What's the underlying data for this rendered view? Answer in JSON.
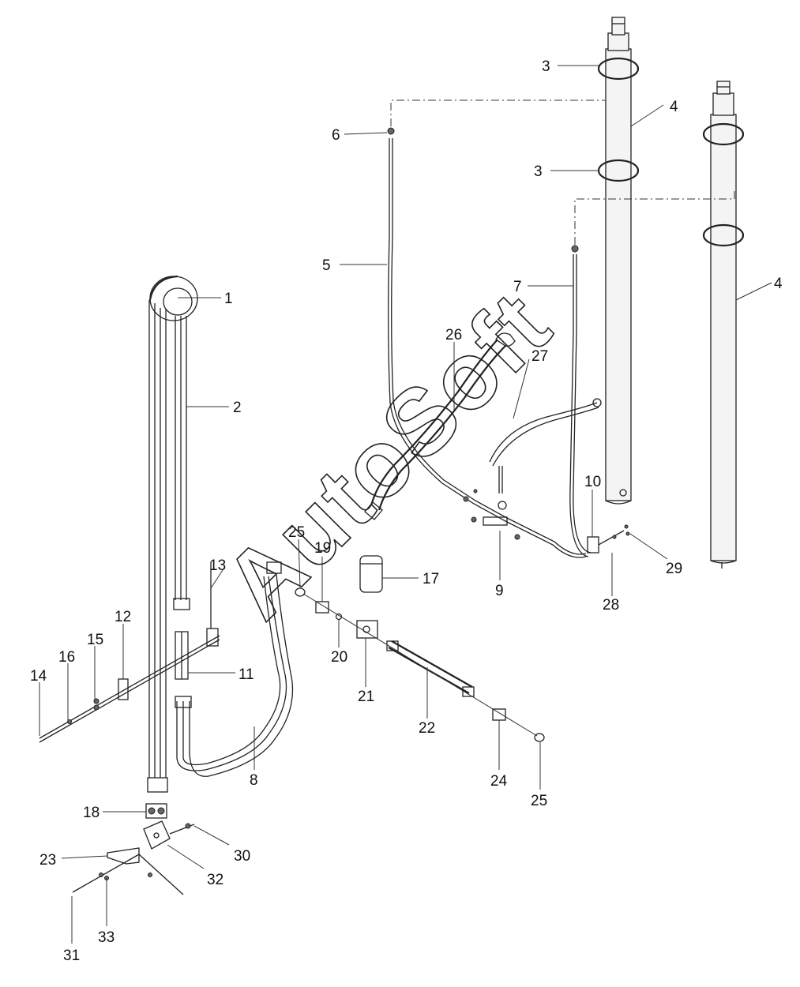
{
  "watermark": "AutoSoft",
  "callouts": [
    {
      "id": "c1",
      "text": "1"
    },
    {
      "id": "c2",
      "text": "2"
    },
    {
      "id": "c3a",
      "text": "3"
    },
    {
      "id": "c3b",
      "text": "3"
    },
    {
      "id": "c4a",
      "text": "4"
    },
    {
      "id": "c4b",
      "text": "4"
    },
    {
      "id": "c5",
      "text": "5"
    },
    {
      "id": "c6",
      "text": "6"
    },
    {
      "id": "c7",
      "text": "7"
    },
    {
      "id": "c8",
      "text": "8"
    },
    {
      "id": "c9",
      "text": "9"
    },
    {
      "id": "c10",
      "text": "10"
    },
    {
      "id": "c11",
      "text": "11"
    },
    {
      "id": "c12",
      "text": "12"
    },
    {
      "id": "c13",
      "text": "13"
    },
    {
      "id": "c14",
      "text": "14"
    },
    {
      "id": "c15",
      "text": "15"
    },
    {
      "id": "c16",
      "text": "16"
    },
    {
      "id": "c17",
      "text": "17"
    },
    {
      "id": "c18",
      "text": "18"
    },
    {
      "id": "c19",
      "text": "19"
    },
    {
      "id": "c20",
      "text": "20"
    },
    {
      "id": "c21",
      "text": "21"
    },
    {
      "id": "c22",
      "text": "22"
    },
    {
      "id": "c23",
      "text": "23"
    },
    {
      "id": "c24",
      "text": "24"
    },
    {
      "id": "c25a",
      "text": "25"
    },
    {
      "id": "c25b",
      "text": "25"
    },
    {
      "id": "c26",
      "text": "26"
    },
    {
      "id": "c27",
      "text": "27"
    },
    {
      "id": "c28",
      "text": "28"
    },
    {
      "id": "c29",
      "text": "29"
    },
    {
      "id": "c30",
      "text": "30"
    },
    {
      "id": "c31",
      "text": "31"
    },
    {
      "id": "c32",
      "text": "32"
    },
    {
      "id": "c33",
      "text": "33"
    }
  ]
}
